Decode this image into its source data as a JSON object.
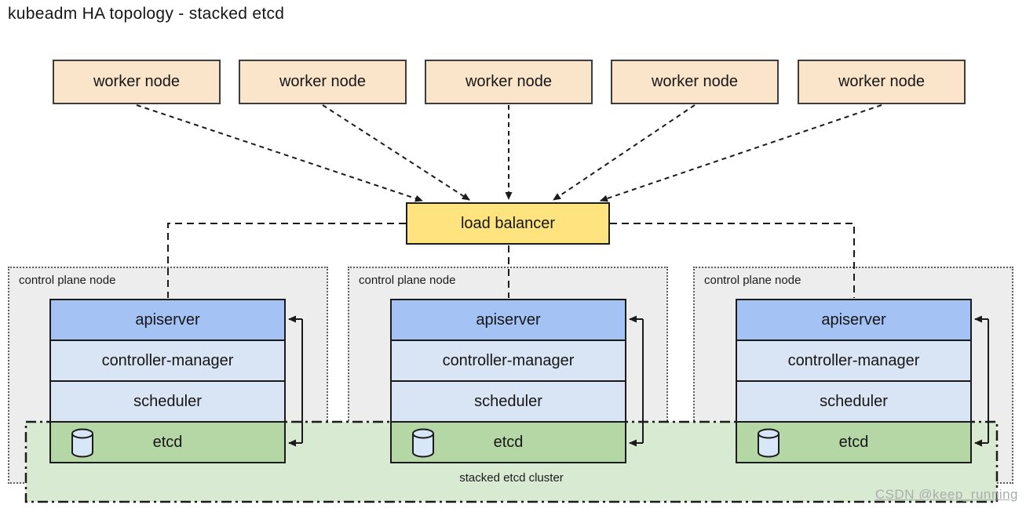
{
  "title": "kubeadm HA topology - stacked etcd",
  "worker_nodes": [
    {
      "label": "worker node"
    },
    {
      "label": "worker node"
    },
    {
      "label": "worker node"
    },
    {
      "label": "worker node"
    },
    {
      "label": "worker node"
    }
  ],
  "load_balancer": {
    "label": "load balancer"
  },
  "control_planes": [
    {
      "label": "control plane node",
      "components": [
        "apiserver",
        "controller-manager",
        "scheduler",
        "etcd"
      ]
    },
    {
      "label": "control plane node",
      "components": [
        "apiserver",
        "controller-manager",
        "scheduler",
        "etcd"
      ]
    },
    {
      "label": "control plane node",
      "components": [
        "apiserver",
        "controller-manager",
        "scheduler",
        "etcd"
      ]
    }
  ],
  "etcd_cluster": {
    "label": "stacked etcd cluster"
  },
  "watermark": "CSDN @keep_running",
  "icons": {
    "etcd": "database-cylinder-icon"
  },
  "colors": {
    "worker_node_fill": "#FAE5CB",
    "load_balancer_fill": "#FFE37E",
    "apiserver_fill": "#A4C2F4",
    "component_fill": "#D9E4F5",
    "etcd_row_fill": "#B5D7A6",
    "etcd_cluster_fill": "#D9EAD3",
    "control_plane_fill": "#EDEDED",
    "cylinder_fill": "#D8E7F7",
    "line_color": "#1b1b1b"
  }
}
